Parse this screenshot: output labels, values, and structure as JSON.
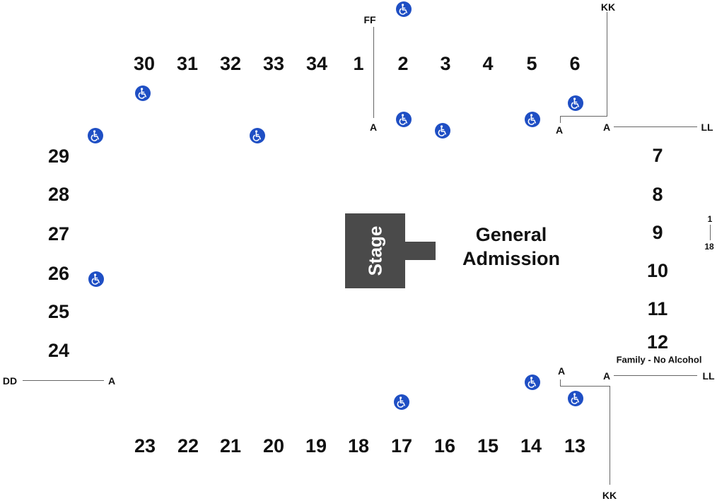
{
  "stage": {
    "label": "Stage"
  },
  "general_admission": {
    "line1": "General",
    "line2": "Admission"
  },
  "family_section": {
    "label": "Family - No Alcohol"
  },
  "sections": {
    "top": [
      "30",
      "31",
      "32",
      "33",
      "34",
      "1",
      "2",
      "3",
      "4",
      "5",
      "6"
    ],
    "right": [
      "7",
      "8",
      "9",
      "10",
      "11",
      "12"
    ],
    "left": [
      "29",
      "28",
      "27",
      "26",
      "25",
      "24"
    ],
    "bottom": [
      "23",
      "22",
      "21",
      "20",
      "19",
      "18",
      "17",
      "16",
      "15",
      "14",
      "13"
    ]
  },
  "row_labels": {
    "ff": "FF",
    "ff_a": "A",
    "kk_top": "KK",
    "kk_top_a": "A",
    "ll_top_a": "A",
    "ll_top": "LL",
    "dd": "DD",
    "dd_a": "A",
    "kk_bottom_a": "A",
    "ll_bottom_a": "A",
    "ll_bottom": "LL",
    "kk_bottom": "KK",
    "seat_first": "1",
    "seat_last": "18"
  },
  "colors": {
    "accessible": "#1f4fc4",
    "stage": "#4a4a4a",
    "text": "#111111",
    "line": "#666666"
  }
}
